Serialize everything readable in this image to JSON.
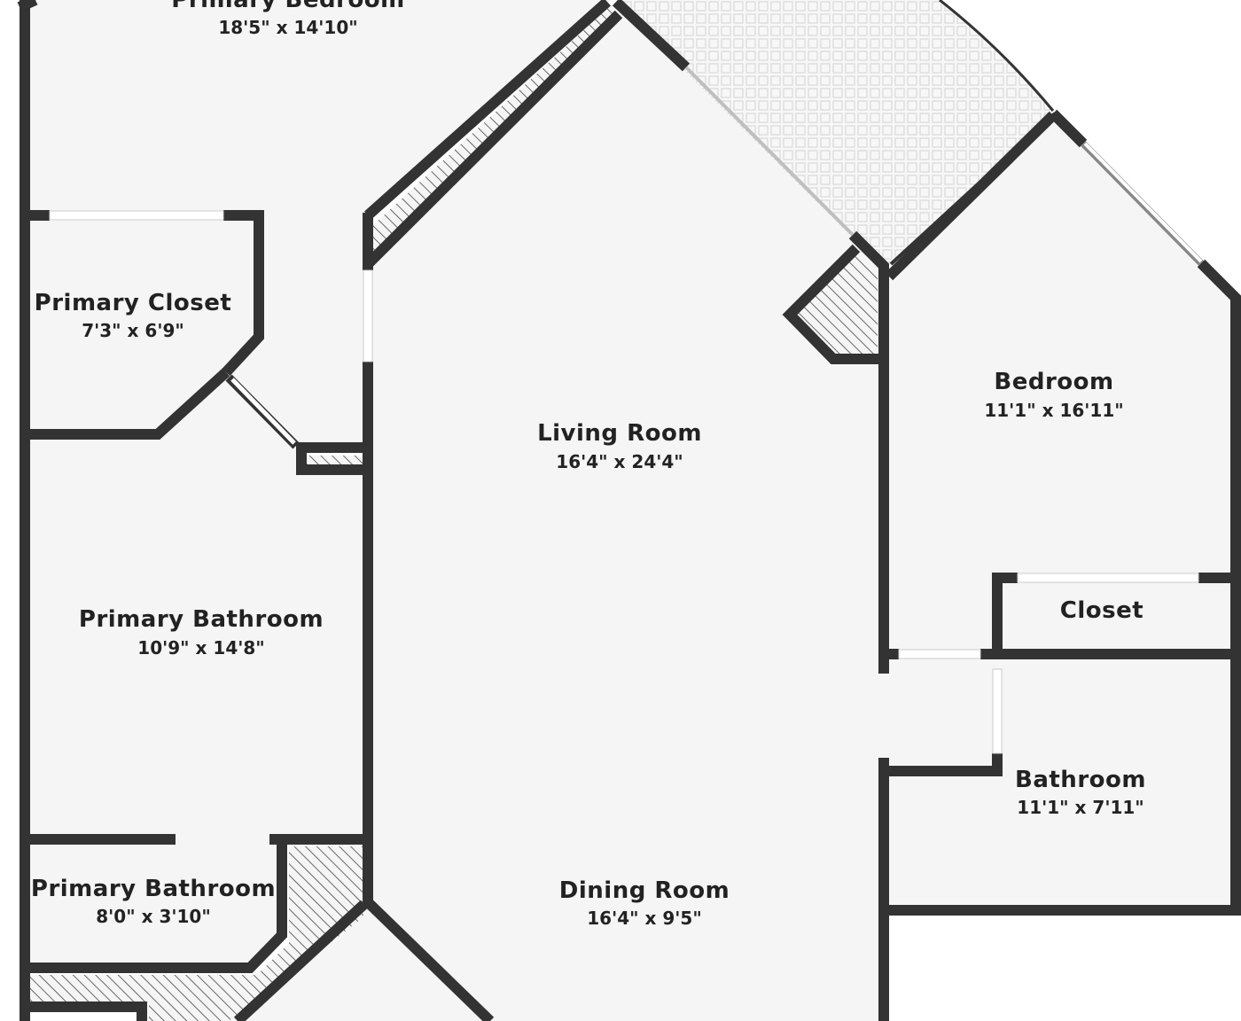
{
  "colors": {
    "wall": "#333333",
    "floor": "#f5f5f5",
    "background": "#ffffff",
    "label": "#222222",
    "hatch": "#444444",
    "patio_tile": "#d9d9d9"
  },
  "rooms": [
    {
      "id": "primary-bedroom",
      "name": "Primary Bedroom",
      "dims": "18'5\" x 14'10\""
    },
    {
      "id": "primary-closet",
      "name": "Primary Closet",
      "dims": "7'3\" x 6'9\""
    },
    {
      "id": "living-room",
      "name": "Living Room",
      "dims": "16'4\" x 24'4\""
    },
    {
      "id": "bedroom",
      "name": "Bedroom",
      "dims": "11'1\" x 16'11\""
    },
    {
      "id": "closet",
      "name": "Closet",
      "dims": ""
    },
    {
      "id": "primary-bathroom",
      "name": "Primary Bathroom",
      "dims": "10'9\" x 14'8\""
    },
    {
      "id": "bathroom",
      "name": "Bathroom",
      "dims": "11'1\" x 7'11\""
    },
    {
      "id": "primary-bathroom-2",
      "name": "Primary Bathroom",
      "dims": "8'0\" x 3'10\""
    },
    {
      "id": "dining-room",
      "name": "Dining Room",
      "dims": "16'4\" x 9'5\""
    }
  ]
}
